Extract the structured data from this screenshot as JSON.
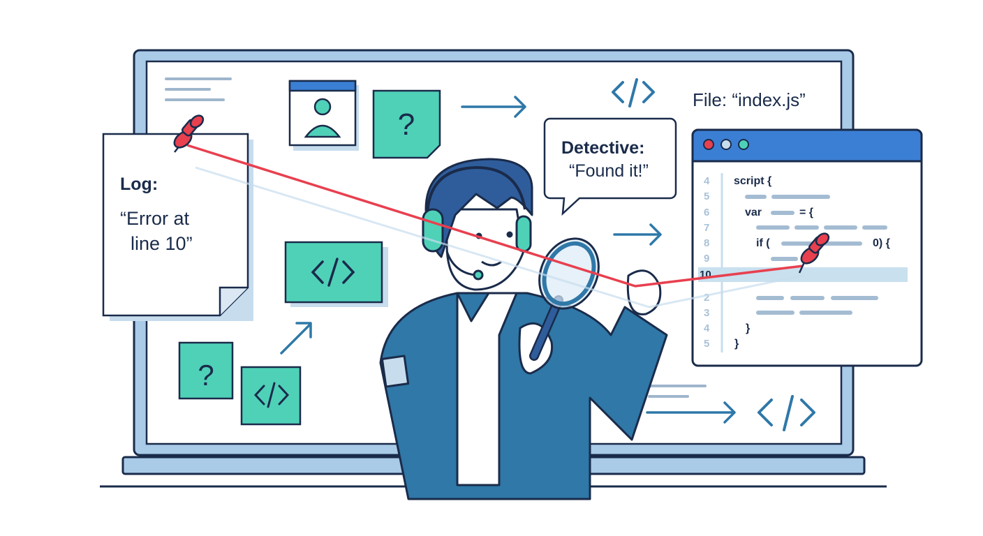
{
  "log_note": {
    "title": "Log:",
    "line1": "“Error at",
    "line2": "line 10”"
  },
  "speech_bubble": {
    "speaker": "Detective:",
    "quote": "“Found it!”"
  },
  "file_label": "File: “index.js”",
  "code_window": {
    "line_numbers": [
      "4",
      "5",
      "6",
      "7",
      "8",
      "9",
      "10",
      "2",
      "3",
      "4",
      "5"
    ],
    "highlighted_line": "10",
    "code": {
      "script": "script {",
      "var": "var",
      "assign": "= {",
      "if_open": "if (",
      "if_close": "0) {",
      "brace1": "}",
      "brace2": "}"
    }
  },
  "colors": {
    "outline": "#1a2b4a",
    "frame": "#a9cbe8",
    "teal": "#4fd1b8",
    "blue": "#3b7fd4",
    "accent_red": "#e8404f",
    "jacket": "#2f78a8",
    "code_placeholder": "#a4bcd2"
  },
  "icons": [
    "pushpin-icon",
    "code-icon",
    "question-icon",
    "user-profile-icon",
    "arrow-right-icon",
    "magnifying-glass-icon",
    "headset-icon"
  ]
}
